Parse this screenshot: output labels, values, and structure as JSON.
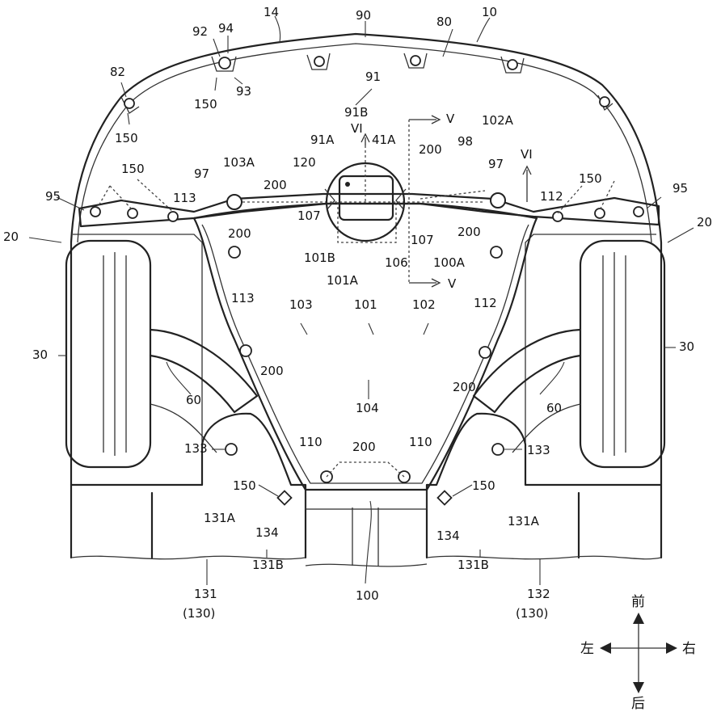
{
  "labels": {
    "l14": "14",
    "l90": "90",
    "l80": "80",
    "l10": "10",
    "l92": "92",
    "l94": "94",
    "l93": "93",
    "l150a": "150",
    "l82": "82",
    "l150b": "150",
    "l91": "91",
    "l91b": "91B",
    "l91a": "91A",
    "lVIa": "VI",
    "l41a": "41A",
    "lVa": "V",
    "l102a": "102A",
    "l200a": "200",
    "l98": "98",
    "l97b": "97",
    "lVIb": "VI",
    "l120": "120",
    "l103a": "103A",
    "l97a": "97",
    "l200b": "200",
    "l150c": "150",
    "l150d": "150",
    "l95a": "95",
    "l95b": "95",
    "l113a": "113",
    "l112a": "112",
    "l20a": "20",
    "l20b": "20",
    "l107a": "107",
    "l107b": "107",
    "l200c": "200",
    "l200d": "200",
    "l101b": "101B",
    "l106": "106",
    "l100a": "100A",
    "l101a": "101A",
    "lVb": "V",
    "l113b": "113",
    "l103": "103",
    "l101": "101",
    "l102": "102",
    "l112b": "112",
    "l30a": "30",
    "l30b": "30",
    "l200e": "200",
    "l200f": "200",
    "l60a": "60",
    "l60b": "60",
    "l104": "104",
    "l110a": "110",
    "l200g": "200",
    "l110b": "110",
    "l133a": "133",
    "l133b": "133",
    "l150e": "150",
    "l150f": "150",
    "l131a1": "131A",
    "l131a2": "131A",
    "l134a": "134",
    "l134b": "134",
    "l131": "131",
    "l130a": "(130)",
    "l131b1": "131B",
    "l100": "100",
    "l131b2": "131B",
    "l132": "132",
    "l130b": "(130)"
  },
  "compass": {
    "front": "前",
    "rear": "后",
    "left": "左",
    "right": "右"
  }
}
